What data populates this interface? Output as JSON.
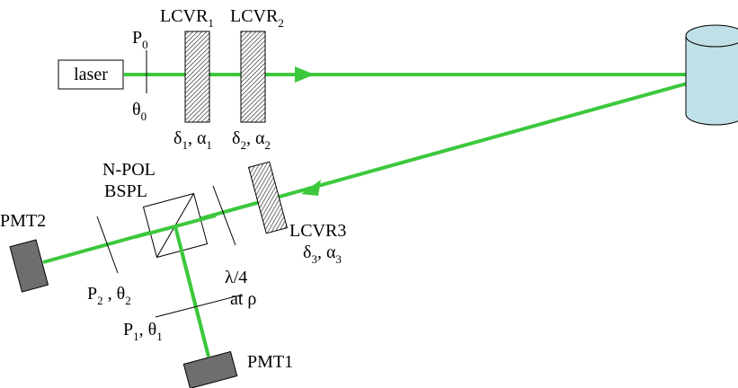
{
  "colors": {
    "beam": "#3cc83c",
    "detector": "#6e6e6e",
    "sample_fill": "#bfe0e6",
    "hatch": "#555555"
  },
  "laser": {
    "label": "laser"
  },
  "polarizer_p0": {
    "name": "P",
    "name_sub": "0",
    "angle": "θ",
    "angle_sub": "0"
  },
  "lcvr1": {
    "name": "LCVR",
    "name_sub": "1",
    "params": "δ",
    "params_sub1": "1",
    "sep": ", α",
    "params_sub2": "1"
  },
  "lcvr2": {
    "name": "LCVR",
    "name_sub": "2",
    "params": "δ",
    "params_sub1": "2",
    "sep": ", α",
    "params_sub2": "2"
  },
  "beamsplitter": {
    "line1": "N-POL",
    "line2": "BSPL"
  },
  "lcvr3": {
    "name": "LCVR3",
    "params": "δ",
    "params_sub1": "3",
    "sep": ", α",
    "params_sub2": "3"
  },
  "waveplate": {
    "line1": "λ/4",
    "line2": "at ρ"
  },
  "polarizer_p2": {
    "name": "P",
    "name_sub": "2",
    "angle": " , θ",
    "angle_sub": "2"
  },
  "polarizer_p1": {
    "name": "P",
    "name_sub": "1",
    "angle": ", θ",
    "angle_sub": "1"
  },
  "pmt1": {
    "label": "PMT1"
  },
  "pmt2": {
    "label": "PMT2"
  }
}
